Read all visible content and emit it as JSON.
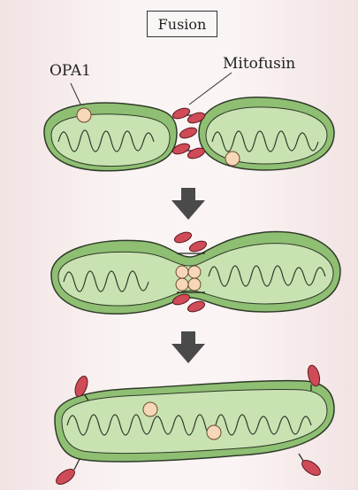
{
  "title": "Fusion",
  "labels": {
    "opa1": "OPA1",
    "mitofusin": "Mitofusin"
  },
  "icons": {
    "step_arrow": "down-arrow-icon"
  },
  "colors": {
    "outer_membrane": "#8fbf73",
    "matrix": "#c9e2b2",
    "cristae_fill": "#e9f3dd",
    "outline": "#2e3a28",
    "mitofusin": "#cf4b57",
    "opa1": "#f6d7b8",
    "arrow": "#4a4a4a"
  }
}
